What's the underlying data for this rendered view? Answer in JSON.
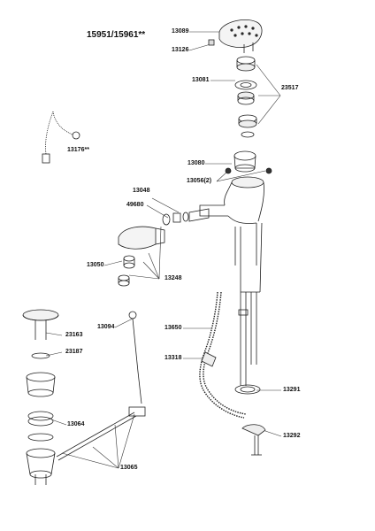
{
  "title": "15951/15961**",
  "parts": {
    "p13089": "13089",
    "p13126": "13126",
    "p13081": "13081",
    "p23517": "23517",
    "p13176": "13176**",
    "p13080": "13080",
    "p13056": "13056(2)",
    "p13048": "13048",
    "p49680": "49680",
    "p13050": "13050",
    "p13248": "13248",
    "p13094": "13094",
    "p23163": "23163",
    "p23187": "23187",
    "p13650": "13650",
    "p13318": "13318",
    "p13064": "13064",
    "p13291": "13291",
    "p13292": "13292",
    "p13065": "13065"
  }
}
